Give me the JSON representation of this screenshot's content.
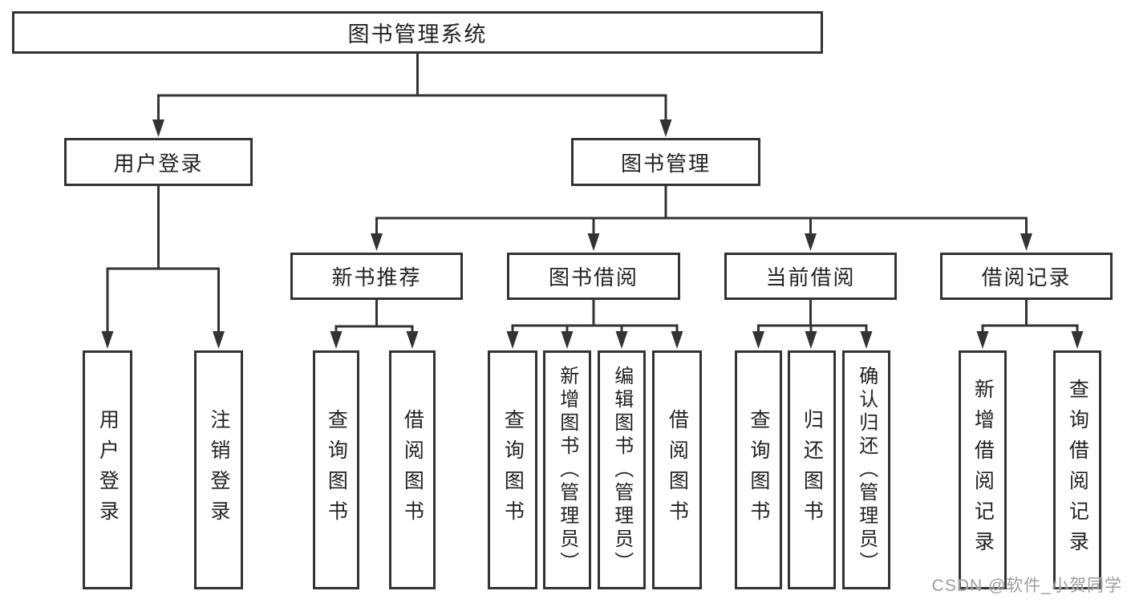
{
  "root": {
    "label": "图书管理系统"
  },
  "groups": [
    {
      "parent": "用户登录",
      "leaves": [
        "用户登录",
        "注销登录"
      ]
    },
    {
      "parent": "图书管理",
      "subgroups": [
        {
          "parent": "新书推荐",
          "leaves": [
            "查询图书",
            "借阅图书"
          ]
        },
        {
          "parent": "图书借阅",
          "leaves": [
            "查询图书",
            "新增图书（管理员）",
            "编辑图书（管理员）",
            "借阅图书"
          ]
        },
        {
          "parent": "当前借阅",
          "leaves": [
            "查询图书",
            "归还图书",
            "确认归还（管理员）"
          ]
        },
        {
          "parent": "借阅记录",
          "leaves": [
            "新增借阅记录",
            "查询借阅记录"
          ]
        }
      ]
    }
  ],
  "watermark": {
    "text": "CSDN @软件_小贺同学"
  },
  "colors": {
    "line": "#333333",
    "box_border": "#333333",
    "text": "#222222",
    "watermark": "#9e9e9e",
    "background": "#ffffff"
  }
}
